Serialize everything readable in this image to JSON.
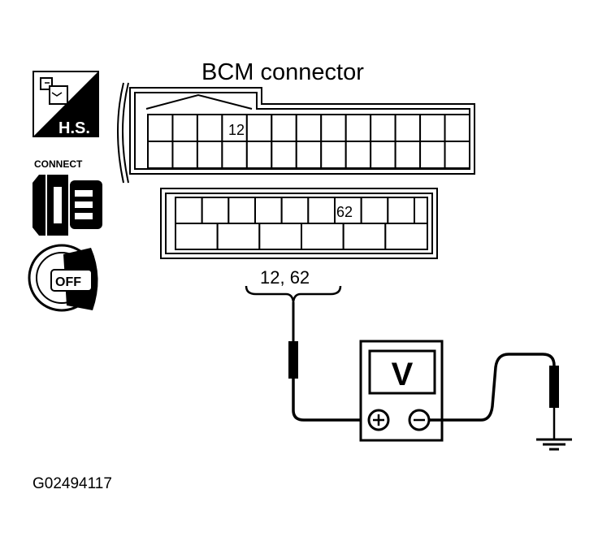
{
  "title": "BCM connector",
  "connector_upper": {
    "pin_label": "12"
  },
  "connector_lower": {
    "pin_label": "62"
  },
  "probe_label": "12, 62",
  "meter": {
    "display": "V",
    "plus": "+",
    "minus": "−"
  },
  "icons": {
    "hs_badge": {
      "name": "harness-service-icon",
      "text": "H.S."
    },
    "connect": {
      "name": "connector-connect-icon",
      "text": "CONNECT"
    },
    "ignition": {
      "name": "ignition-key-off-icon",
      "text": "OFF"
    }
  },
  "figure_id": "G02494117",
  "colors": {
    "line": "#000000",
    "background": "#ffffff"
  }
}
